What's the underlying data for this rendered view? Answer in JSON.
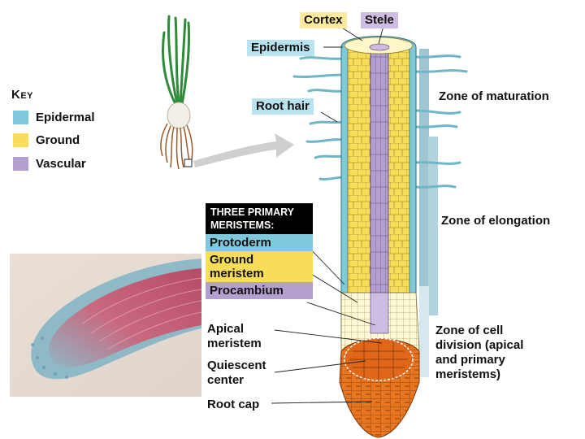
{
  "key": {
    "title": "Key",
    "items": [
      {
        "label": "Epidermal",
        "color": "#7fc9dc"
      },
      {
        "label": "Ground",
        "color": "#f7dd5a"
      },
      {
        "label": "Vascular",
        "color": "#b49fd1"
      }
    ]
  },
  "top_labels": {
    "cortex": "Cortex",
    "stele": "Stele",
    "epidermis": "Epidermis",
    "root_hair": "Root hair"
  },
  "meristems": {
    "heading_line1": "Three primary",
    "heading_line2": "meristems:",
    "protoderm": "Protoderm",
    "ground_line1": "Ground",
    "ground_line2": "meristem",
    "procambium": "Procambium"
  },
  "lower_labels": {
    "apical_line1": "Apical",
    "apical_line2": "meristem",
    "quiescent_line1": "Quiescent",
    "quiescent_line2": "center",
    "root_cap": "Root cap"
  },
  "zones": {
    "maturation": "Zone of maturation",
    "elongation": "Zone of elongation",
    "division_line1": "Zone of cell",
    "division_line2": "division (apical",
    "division_line3": "and primary",
    "division_line4": "meristems)"
  },
  "colors": {
    "epidermal": "#7fc9dc",
    "ground": "#f7dd5a",
    "vascular": "#b49fd1",
    "root_cap": "#e8751f",
    "zone_bar": "#9ec6d2"
  }
}
